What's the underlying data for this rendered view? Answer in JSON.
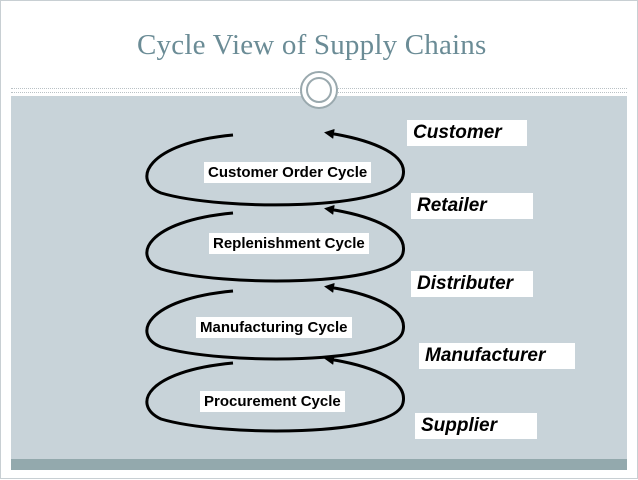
{
  "title": "Cycle View of Supply Chains",
  "stages": [
    "Customer",
    "Retailer",
    "Distributer",
    "Manufacturer",
    "Supplier"
  ],
  "cycles": [
    "Customer Order Cycle",
    "Replenishment Cycle",
    "Manufacturing Cycle",
    "Procurement Cycle"
  ],
  "colors": {
    "title": "#6b8c96",
    "panel": "#c8d3d9",
    "footer": "#93a9ad"
  }
}
